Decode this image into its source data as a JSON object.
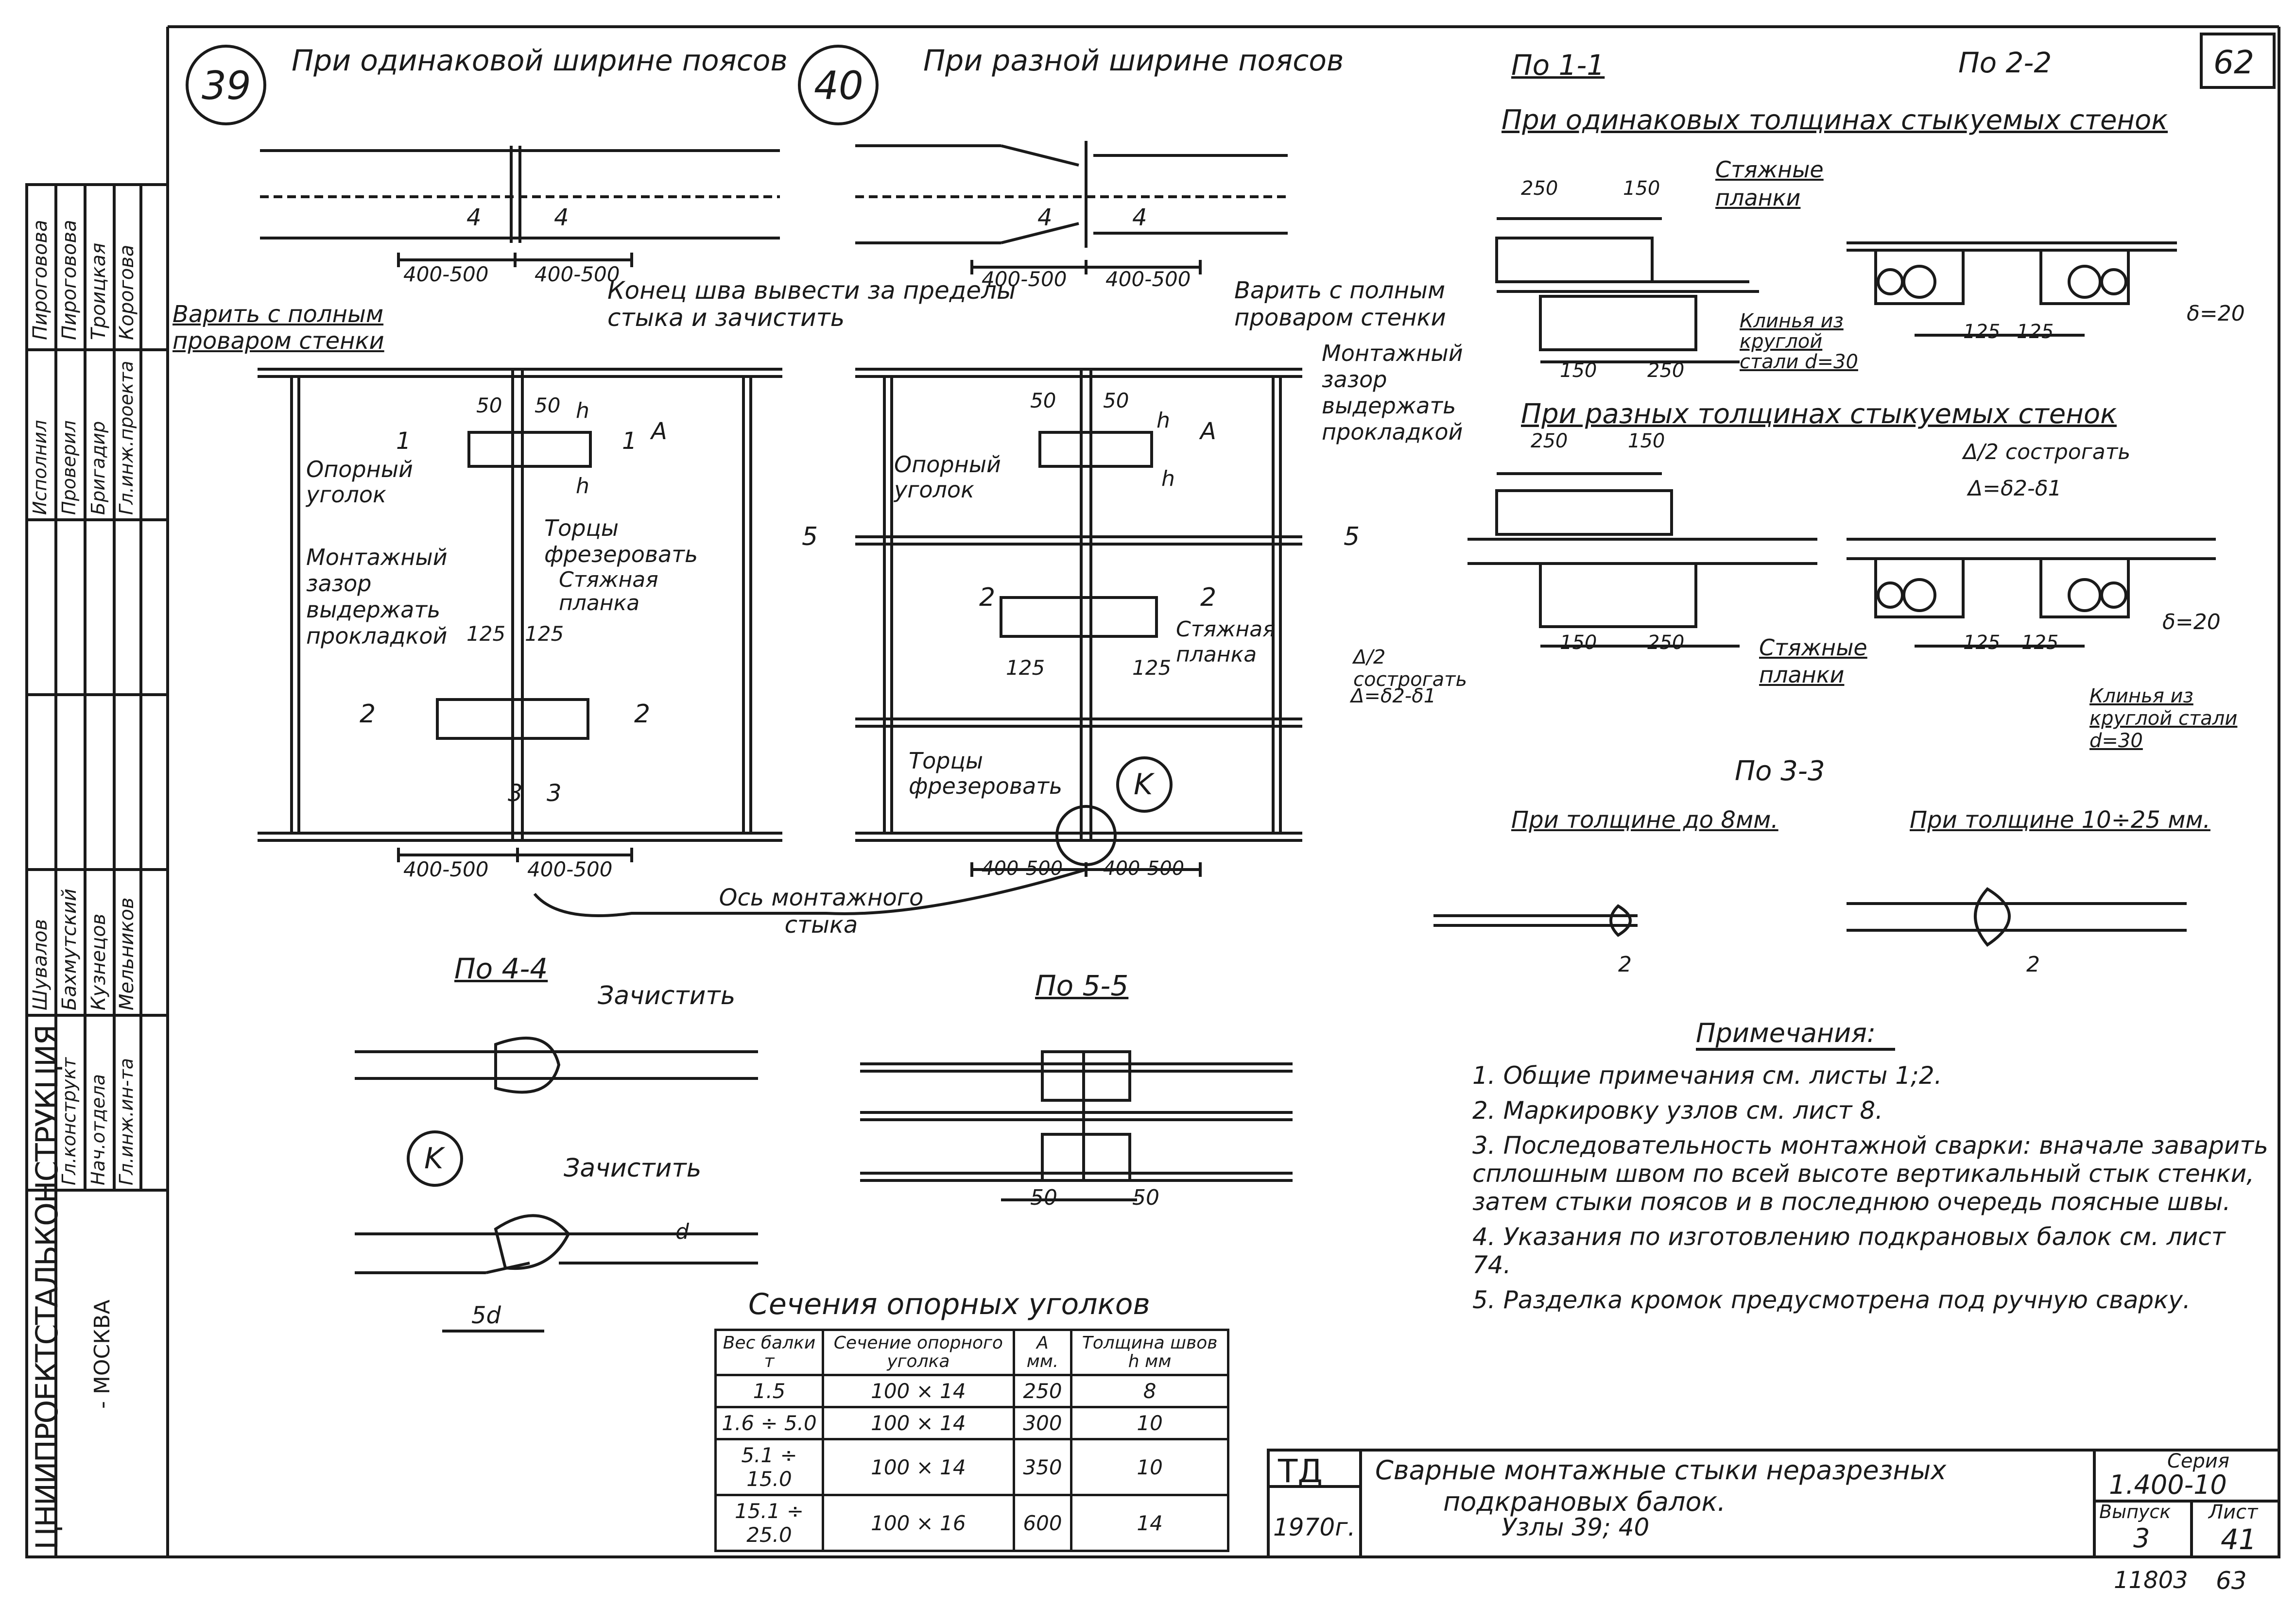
{
  "sheet_number": "62",
  "node39": {
    "number": "39",
    "title": "При одинаковой ширине поясов"
  },
  "node40": {
    "number": "40",
    "title": "При разной ширине поясов"
  },
  "labels": {
    "weld_full_left": "Варить с полным проваром стенки",
    "weld_full_right": "Варить с полным проваром стенки",
    "weld_end_note": "Конец шва вывести за пределы стыка и зачистить",
    "support_angle_left": "Опорный уголок",
    "support_angle_right": "Опорный уголок",
    "gap_left": "Монтажный зазор выдержать прокладкой",
    "gap_right": "Монтажный зазор выдержать прокладкой",
    "ends_mill_left": "Торцы фрезеровать",
    "ends_mill_right": "Торцы фрезеровать",
    "tie_plate_left": "Стяжная планка",
    "tie_plate_right": "Стяжная планка",
    "axis_joint": "Ось монтажного стыка",
    "dim_400_500": "400-500",
    "dim_50": "50",
    "dim_125": "125",
    "dim_150": "150",
    "dim_250": "250",
    "h": "h",
    "A": "A",
    "K": "K",
    "sec1": "1",
    "sec2": "2",
    "sec3": "3",
    "sec4": "4",
    "sec5": "5"
  },
  "section11": {
    "title": "По 1-1"
  },
  "section22": {
    "title": "По 2-2"
  },
  "equal_thickness": {
    "title": "При одинаковых толщинах стыкуемых стенок",
    "tie_plates": "Стяжные планки",
    "wedges": "Клинья из круглой стали d=30",
    "delta": "δ=20"
  },
  "diff_thickness": {
    "title": "При разных толщинах стыкуемых стенок",
    "plane": "Δ/2 сострогать",
    "delta_formula": "Δ=δ2-δ1",
    "tie_plates": "Стяжные планки",
    "wedges": "Клинья из круглой стали d=30",
    "delta": "δ=20",
    "left_plane": "Δ/2 сострогать",
    "left_formula": "Δ=δ2-δ1"
  },
  "section33": {
    "title": "По 3-3",
    "upto8": "При толщине до 8мм.",
    "from10": "При толщине 10÷25 мм.",
    "two": "2"
  },
  "section44": {
    "title": "По 4-4",
    "clean": "Зачистить",
    "clean2": "Зачистить",
    "five_d": "5d",
    "d": "d"
  },
  "section55": {
    "title": "По 5-5",
    "dim_50a": "50",
    "dim_50b": "50"
  },
  "notes": {
    "title": "Примечания:",
    "items": [
      "1. Общие примечания см. листы 1;2.",
      "2. Маркировку узлов см. лист 8.",
      "3. Последовательность монтажной сварки: вначале заварить сплошным швом по всей высоте вертикальный стык стенки, затем стыки поясов и в последнюю очередь поясные швы.",
      "4. Указания по изготовлению подкрановых балок см. лист 74.",
      "5. Разделка кромок предусмотрена под ручную сварку."
    ]
  },
  "table": {
    "title": "Сечения опорных уголков",
    "headers": [
      "Вес балки т",
      "Сечение опорного уголка",
      "A мм.",
      "Толщина швов h мм"
    ],
    "rows": [
      [
        "1.5",
        "100 × 14",
        "250",
        "8"
      ],
      [
        "1.6 ÷ 5.0",
        "100 × 14",
        "300",
        "10"
      ],
      [
        "5.1 ÷ 15.0",
        "100 × 14",
        "350",
        "10"
      ],
      [
        "15.1 ÷ 25.0",
        "100 × 16",
        "600",
        "14"
      ]
    ]
  },
  "stamp": {
    "org": "ТД",
    "year": "1970г.",
    "title_line1": "Сварные монтажные стыки неразрезных",
    "title_line2": "подкрановых балок.",
    "title_line3": "Узлы 39; 40",
    "series_label": "Серия",
    "series": "1.400-10",
    "issue_label": "Выпуск",
    "issue": "3",
    "sheet_label": "Лист",
    "sheet": "41",
    "bottom_left": "11803",
    "bottom_right": "63"
  },
  "side_block": {
    "org1": "ЦНИИПРОЕКТСТАЛЬКОНСТРУКЦИЯ",
    "city": "- МОСКВА",
    "roles": [
      [
        "Гл.инж.проекта",
        "Корогова"
      ],
      [
        "Бригадир",
        "Троицкая"
      ],
      [
        "Проверил",
        "Пироговова"
      ],
      [
        "Исполнил",
        "Пироговова"
      ],
      [
        "Гл.инж.ин-та",
        "Мельников"
      ],
      [
        "Нач.отдела",
        "Кузнецов"
      ],
      [
        "Гл.конструкт",
        "Бахмутский"
      ],
      [
        "",
        "Шувалов"
      ]
    ]
  }
}
